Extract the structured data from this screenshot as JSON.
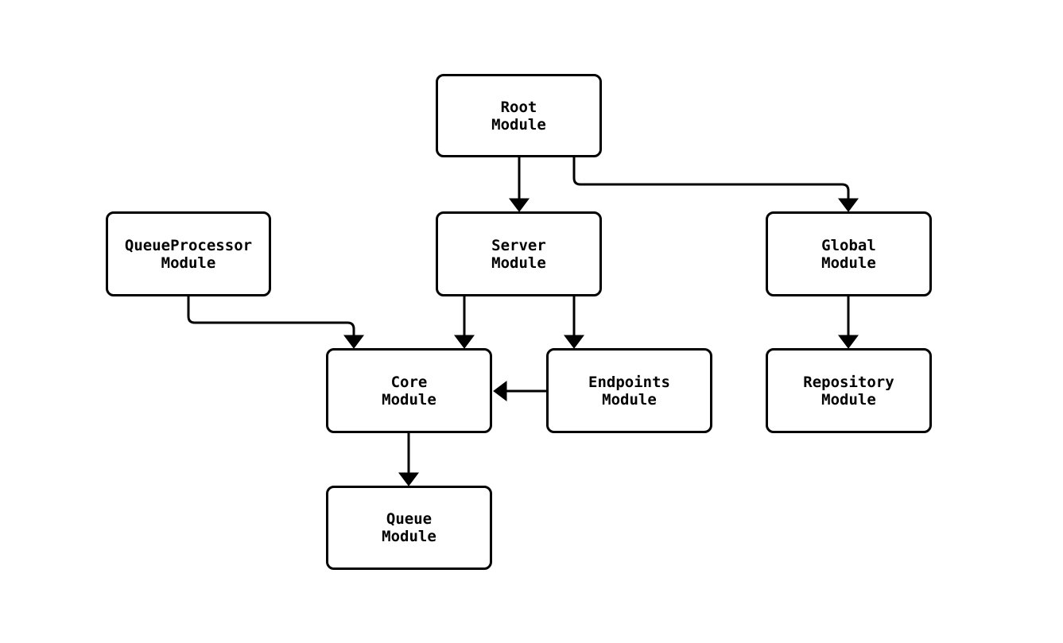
{
  "diagram": {
    "type": "module-dependency-flowchart",
    "colors": {
      "stroke": "#000000",
      "node_fill": "#ffffff",
      "background": "#ffffff"
    },
    "nodes": [
      {
        "id": "root",
        "label": "Root\nModule"
      },
      {
        "id": "queueprocessor",
        "label": "QueueProcessor\nModule"
      },
      {
        "id": "server",
        "label": "Server\nModule"
      },
      {
        "id": "global",
        "label": "Global\nModule"
      },
      {
        "id": "core",
        "label": "Core\nModule"
      },
      {
        "id": "endpoints",
        "label": "Endpoints\nModule"
      },
      {
        "id": "repository",
        "label": "Repository\nModule"
      },
      {
        "id": "queue",
        "label": "Queue\nModule"
      }
    ],
    "edges": [
      {
        "from": "Root Module",
        "to": "Server Module"
      },
      {
        "from": "Root Module",
        "to": "Global Module"
      },
      {
        "from": "QueueProcessor Module",
        "to": "Core Module"
      },
      {
        "from": "Server Module",
        "to": "Core Module"
      },
      {
        "from": "Server Module",
        "to": "Endpoints Module"
      },
      {
        "from": "Endpoints Module",
        "to": "Core Module"
      },
      {
        "from": "Global Module",
        "to": "Repository Module"
      },
      {
        "from": "Core Module",
        "to": "Queue Module"
      }
    ]
  }
}
